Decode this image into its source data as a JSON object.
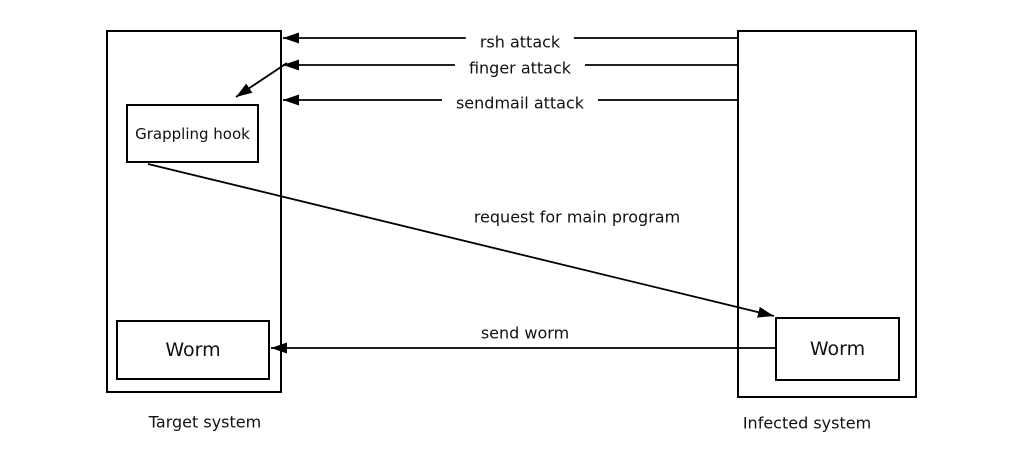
{
  "diagram": {
    "systems": {
      "target": {
        "label": "Target system"
      },
      "infected": {
        "label": "Infected system"
      }
    },
    "nodes": {
      "grappling_hook": {
        "label": "Grappling hook"
      },
      "worm_left": {
        "label": "Worm"
      },
      "worm_right": {
        "label": "Worm"
      }
    },
    "arrows": {
      "rsh": {
        "label": "rsh attack"
      },
      "finger": {
        "label": "finger attack"
      },
      "sendmail": {
        "label": "sendmail attack"
      },
      "request": {
        "label": "request for main program"
      },
      "send_worm": {
        "label": "send worm"
      }
    },
    "colors": {
      "line": "#000000",
      "background": "#ffffff",
      "box_border": "#000000",
      "text": "#111111"
    }
  }
}
